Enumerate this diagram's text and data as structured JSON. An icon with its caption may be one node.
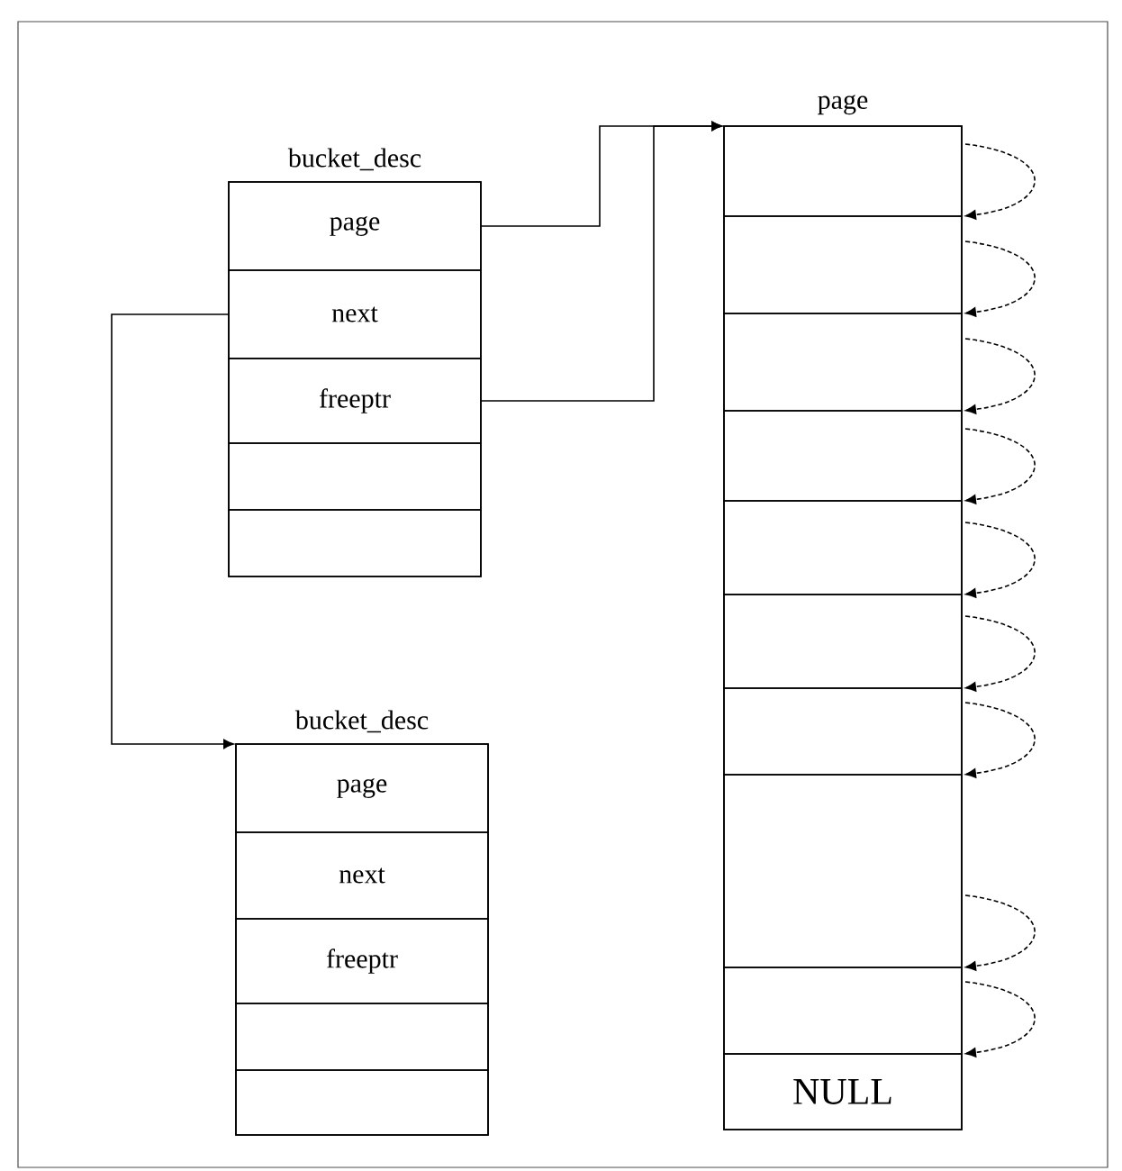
{
  "diagram": {
    "nodes": [
      {
        "text": [
          "bucket_desc"
        ]
      },
      {
        "text": [
          "page"
        ],
        "in": 0
      },
      {
        "text": [
          "next"
        ],
        "in": 0
      },
      {
        "text": [
          "freeptr"
        ],
        "in": 0
      },
      {
        "text": [],
        "shape": "box",
        "in": 0
      },
      {
        "text": [],
        "shape": "box",
        "in": 0
      },
      {
        "text": [
          "bucket_desc"
        ]
      },
      {
        "text": [
          "page"
        ],
        "in": 6
      },
      {
        "text": [
          "next"
        ],
        "in": 6
      },
      {
        "text": [
          "freeptr"
        ],
        "in": 6
      },
      {
        "text": [],
        "shape": "box",
        "in": 6
      },
      {
        "text": [],
        "shape": "box",
        "in": 6
      },
      {
        "text": [
          "page"
        ]
      },
      {
        "text": [],
        "shape": "box",
        "in": 12
      },
      {
        "text": [],
        "shape": "box",
        "in": 12
      },
      {
        "text": [],
        "shape": "box",
        "in": 12
      },
      {
        "text": [],
        "shape": "box",
        "in": 12
      },
      {
        "text": [],
        "shape": "box",
        "in": 12
      },
      {
        "text": [],
        "shape": "box",
        "in": 12
      },
      {
        "text": [],
        "shape": "box",
        "in": 12
      },
      {
        "text": [],
        "shape": "box",
        "in": 12
      },
      {
        "text": [],
        "shape": "box",
        "in": 12
      },
      {
        "text": [
          "NULL"
        ],
        "in": 12
      }
    ],
    "edges": [
      {
        "from": 1,
        "to": 13,
        "arrow": "to"
      },
      {
        "from": 3,
        "to": 13,
        "arrow": "to"
      },
      {
        "from": 2,
        "to": 6,
        "arrow": "to"
      },
      {
        "from": 13,
        "to": 14,
        "arrow": "to",
        "style": "dashed"
      },
      {
        "from": 14,
        "to": 15,
        "arrow": "to",
        "style": "dashed"
      },
      {
        "from": 15,
        "to": 16,
        "arrow": "to",
        "style": "dashed"
      },
      {
        "from": 16,
        "to": 17,
        "arrow": "to",
        "style": "dashed"
      },
      {
        "from": 17,
        "to": 18,
        "arrow": "to",
        "style": "dashed"
      },
      {
        "from": 18,
        "to": 19,
        "arrow": "to",
        "style": "dashed"
      },
      {
        "from": 19,
        "to": 20,
        "arrow": "to",
        "style": "dashed"
      },
      {
        "from": 20,
        "to": 21,
        "arrow": "to",
        "style": "dashed"
      },
      {
        "from": 21,
        "to": 22,
        "arrow": "to",
        "style": "dashed"
      }
    ]
  }
}
